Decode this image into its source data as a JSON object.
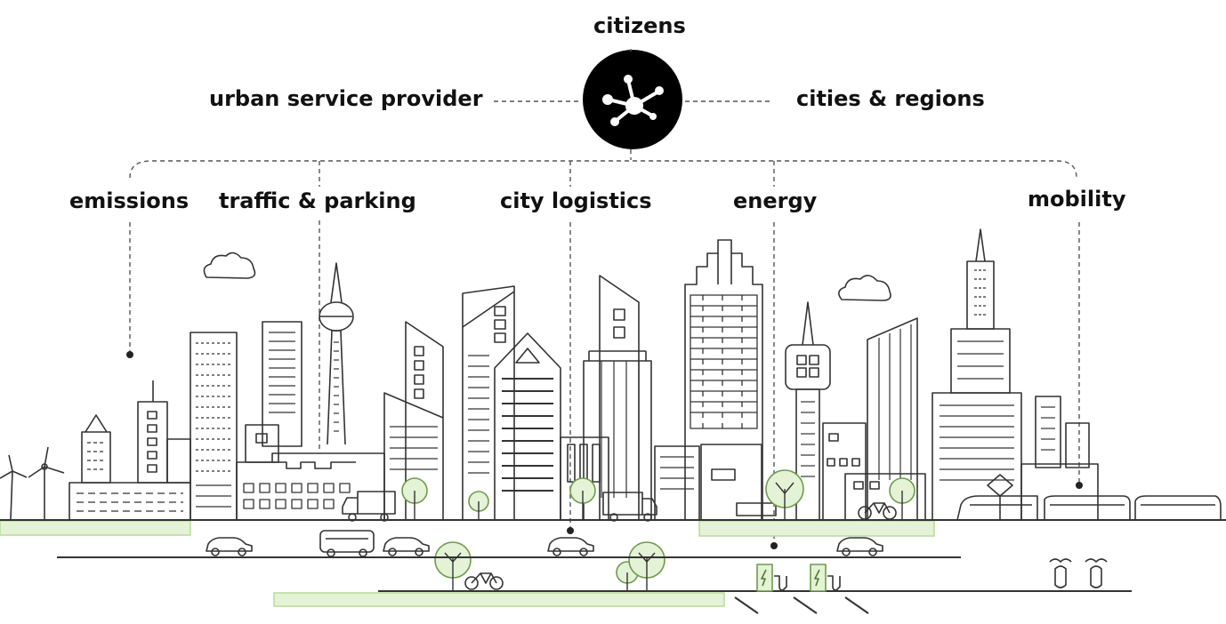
{
  "hub": {
    "top_label": "citizens",
    "left_label": "urban service provider",
    "right_label": "cities & regions",
    "icon": "network-hub-icon"
  },
  "sectors": [
    {
      "id": "emissions",
      "label": "emissions"
    },
    {
      "id": "traffic-parking",
      "label": "traffic & parking"
    },
    {
      "id": "city-logistics",
      "label": "city logistics"
    },
    {
      "id": "energy",
      "label": "energy"
    },
    {
      "id": "mobility",
      "label": "mobility"
    }
  ],
  "colors": {
    "line": "#333333",
    "accent_green": "#b7dc9a",
    "accent_green_fill": "#e4f2d6",
    "hub_fill": "#000000"
  }
}
